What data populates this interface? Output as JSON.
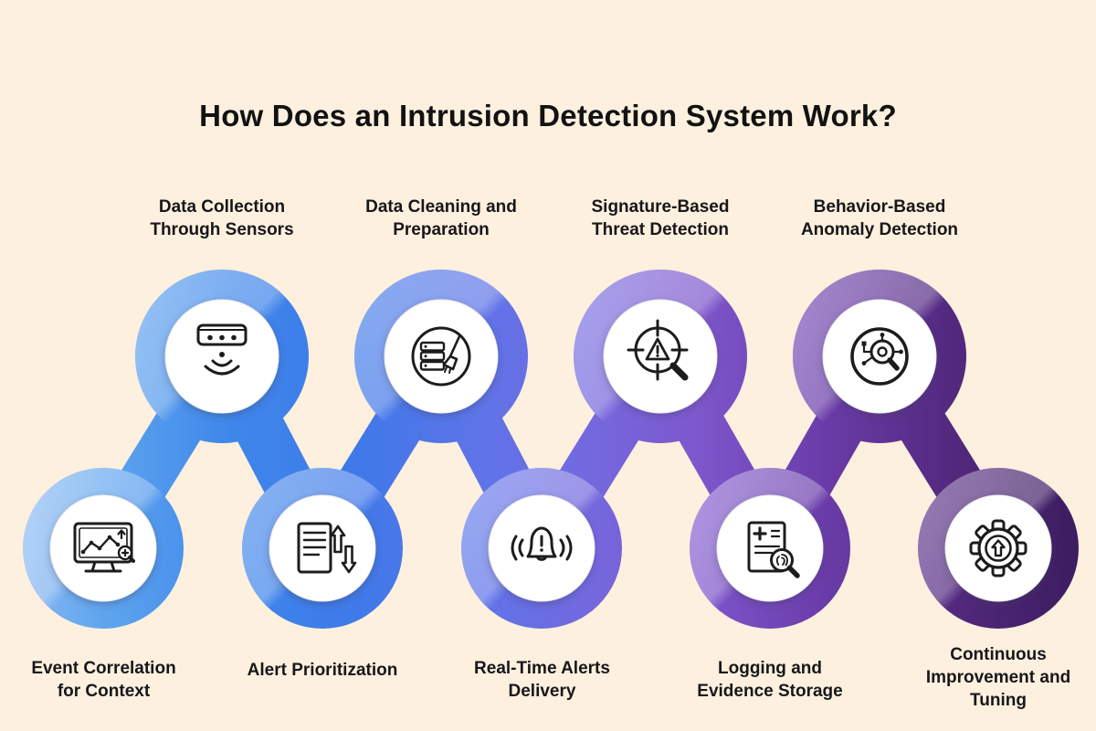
{
  "page": {
    "title": "How Does an Intrusion Detection System Work?",
    "background_color": "#fdf0de",
    "text_color": "#121212"
  },
  "palette": {
    "chain_gradient": [
      "#8ab8f2",
      "#3e87ea",
      "#5f74e8",
      "#7e57cd",
      "#53297f",
      "#3c1d5f"
    ],
    "node_inner_color": "#ffffff",
    "icon_color": "#1c1c1e"
  },
  "top_nodes": [
    {
      "label": "Data Collection Through Sensors",
      "icon": "sensor-icon"
    },
    {
      "label": "Data Cleaning and Preparation",
      "icon": "data-cleaning-icon"
    },
    {
      "label": "Signature-Based Threat Detection",
      "icon": "threat-detection-icon"
    },
    {
      "label": "Behavior-Based Anomaly Detection",
      "icon": "anomaly-detection-icon"
    }
  ],
  "bottom_nodes": [
    {
      "label": "Event Correlation for Context",
      "icon": "event-correlation-icon"
    },
    {
      "label": "Alert Prioritization",
      "icon": "alert-prioritization-icon"
    },
    {
      "label": "Real-Time Alerts Delivery",
      "icon": "alert-bell-icon"
    },
    {
      "label": "Logging and Evidence Storage",
      "icon": "evidence-storage-icon"
    },
    {
      "label": "Continuous Improvement and Tuning",
      "icon": "gear-arrow-icon"
    }
  ]
}
